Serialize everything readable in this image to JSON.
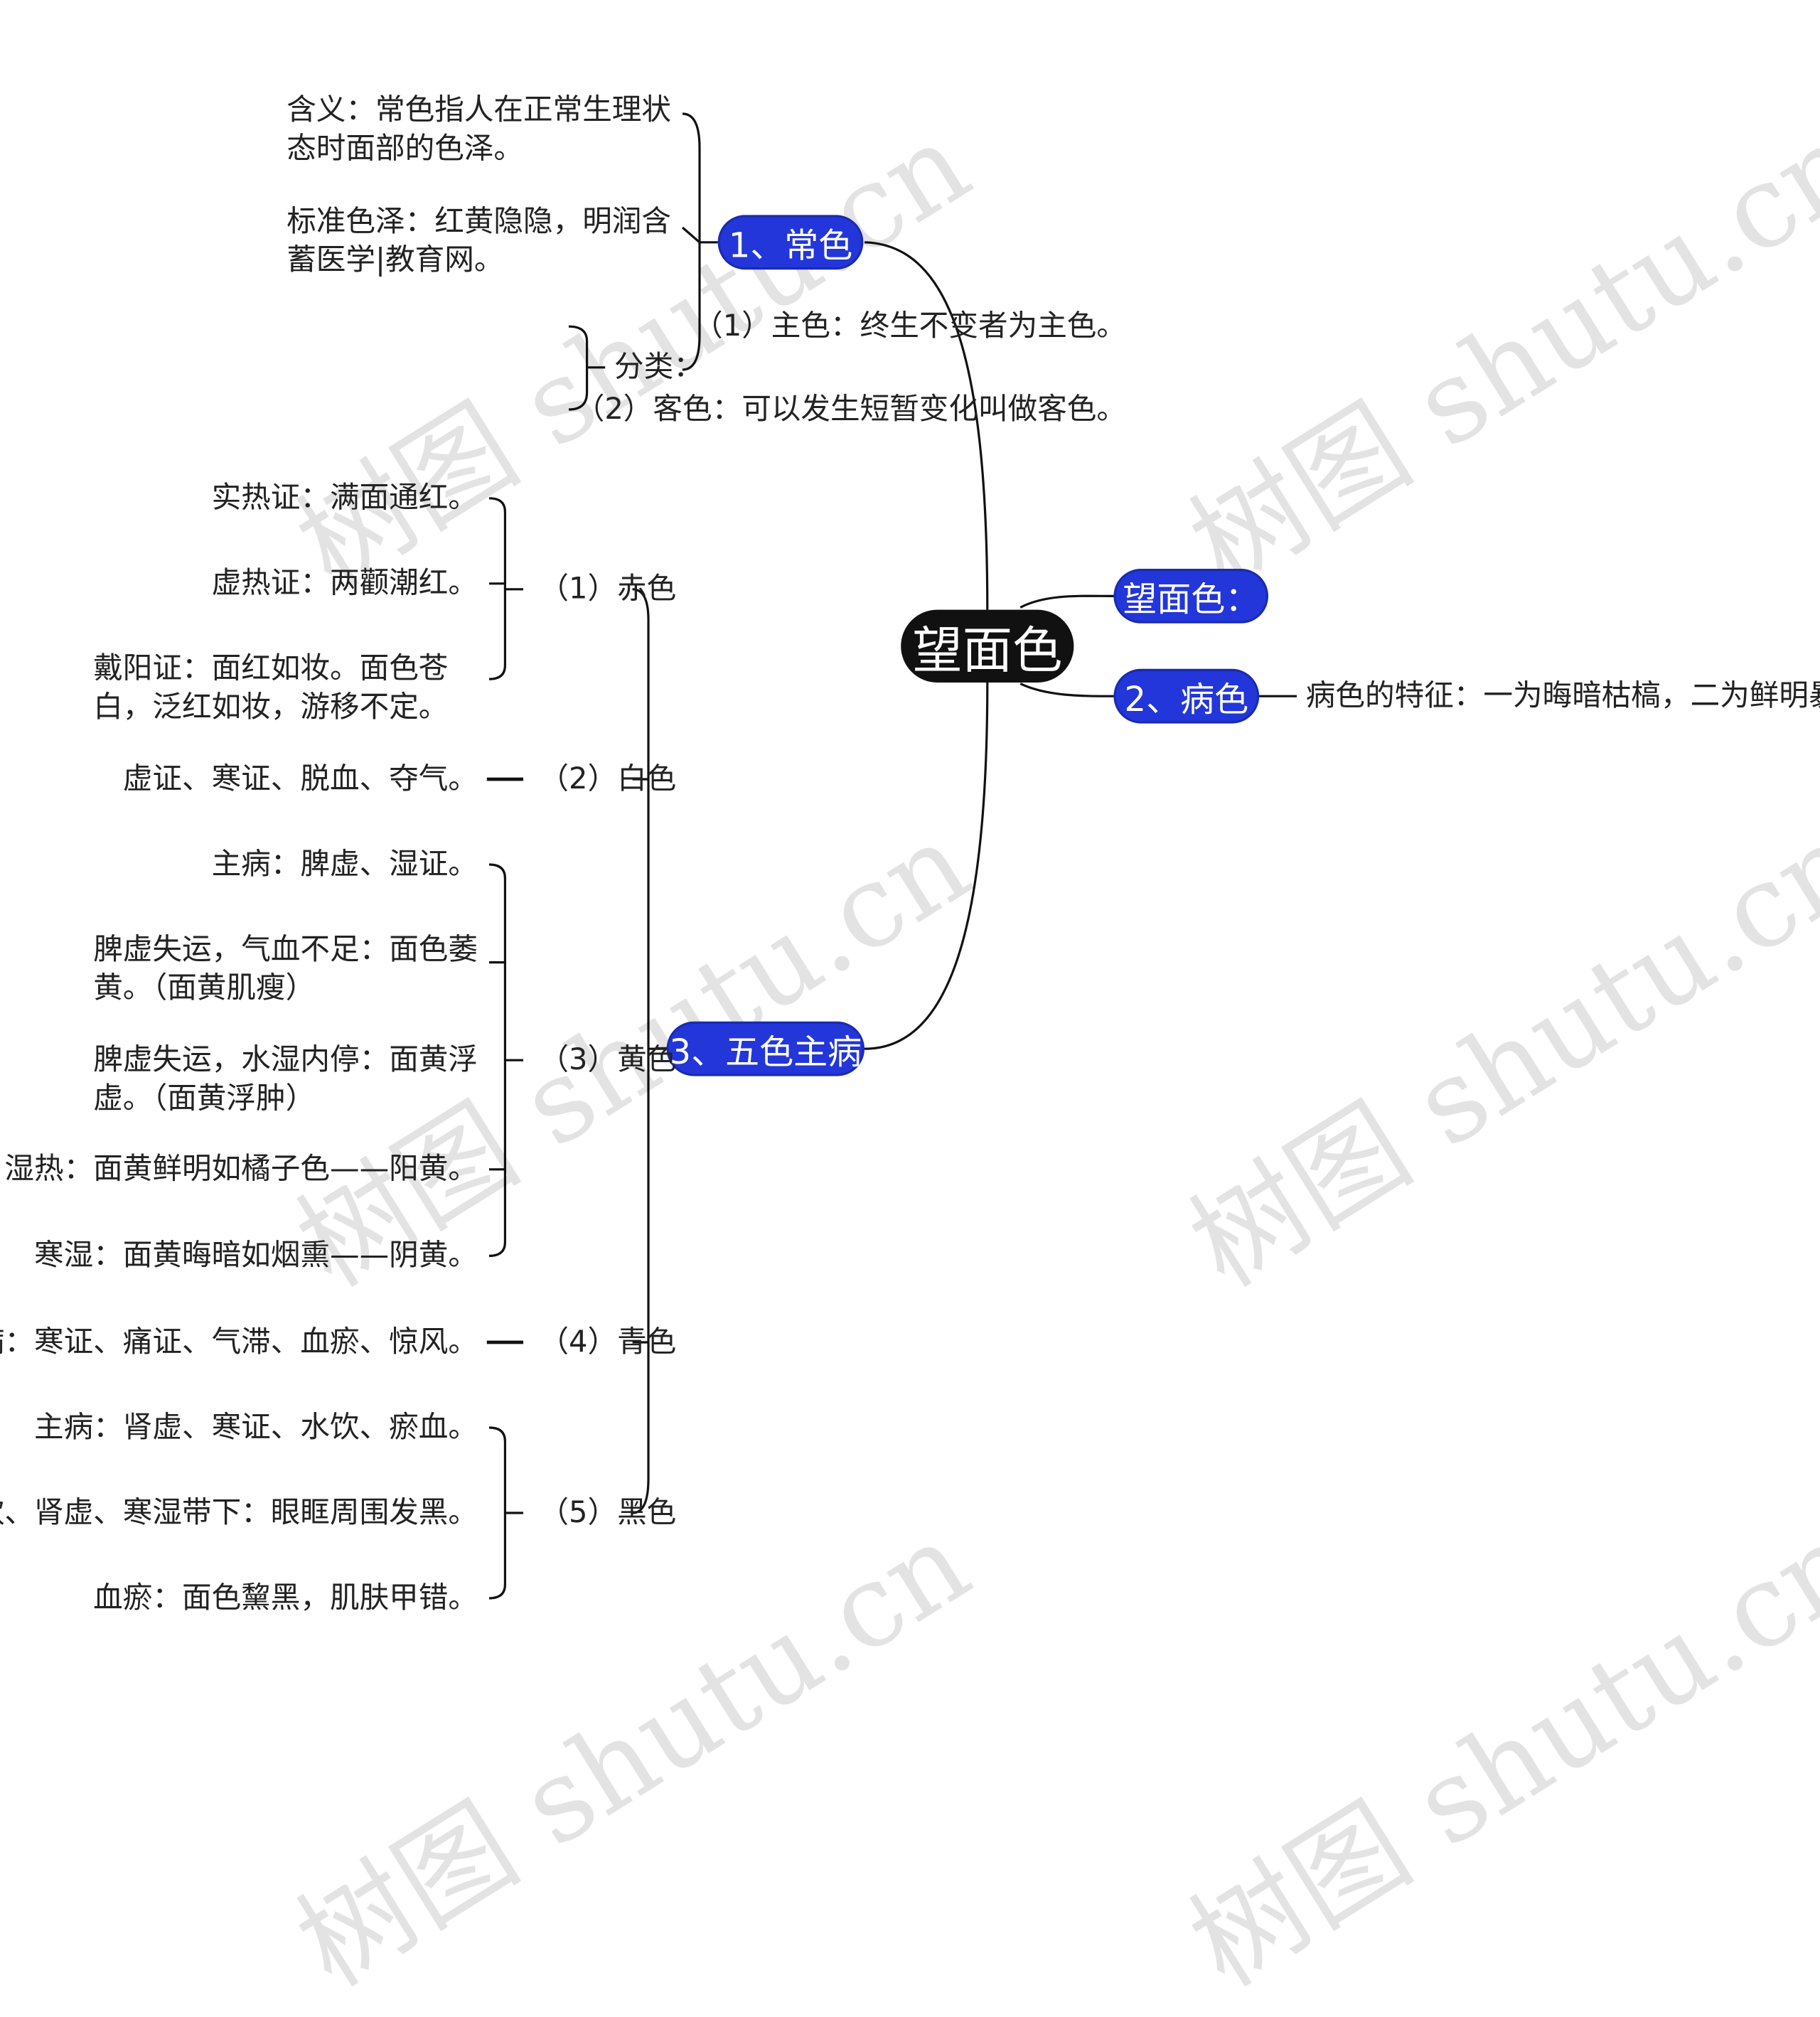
{
  "root": {
    "label": "望面色"
  },
  "branches": {
    "b0": {
      "label": "望面色："
    },
    "b1": {
      "label": "1、常色"
    },
    "b2": {
      "label": "2、病色"
    },
    "b3": {
      "label": "3、五色主病"
    }
  },
  "changse": {
    "meaning": "含义：常色指人在正常生理状态时面部的色泽。",
    "standard": "标准色泽：红黄隐隐，明润含蓄医学|教育网。",
    "classify": "分类：",
    "main_color": "（1）主色：终生不变者为主色。",
    "guest_color": "（2）客色：可以发生短暂变化叫做客色。"
  },
  "bingse": {
    "feature": "病色的特征：一为晦暗枯槁，二为鲜明暴露。"
  },
  "wuse": {
    "red": {
      "label": "（1）赤色",
      "items": [
        "实热证：满面通红。",
        "虚热证：两颧潮红。",
        "戴阳证：面红如妆。面色苍白，泛红如妆，游移不定。"
      ]
    },
    "white": {
      "label": "（2）白色",
      "items": [
        "虚证、寒证、脱血、夺气。"
      ]
    },
    "yellow": {
      "label": "（3）黄色",
      "items": [
        "主病：脾虚、湿证。",
        "脾虚失运，气血不足：面色萎黄。（面黄肌瘦）",
        "脾虚失运，水湿内停：面黄浮虚。（面黄浮肿）",
        "湿热：面黄鲜明如橘子色——阳黄。",
        "寒湿：面黄晦暗如烟熏——阴黄。"
      ]
    },
    "cyan": {
      "label": "（4）青色",
      "items": [
        "主病：寒证、痛证、气滞、血瘀、惊风。"
      ]
    },
    "black": {
      "label": "（5）黑色",
      "items": [
        "主病：肾虚、寒证、水饮、瘀血。",
        "水饮、肾虚、寒湿带下：眼眶周围发黑。",
        "血瘀：面色黧黑，肌肤甲错。"
      ]
    }
  },
  "watermark": "树图 shutu.cn",
  "colors": {
    "branch": "#2236d9",
    "root": "#111111",
    "line": "#111111",
    "text": "#222222"
  }
}
